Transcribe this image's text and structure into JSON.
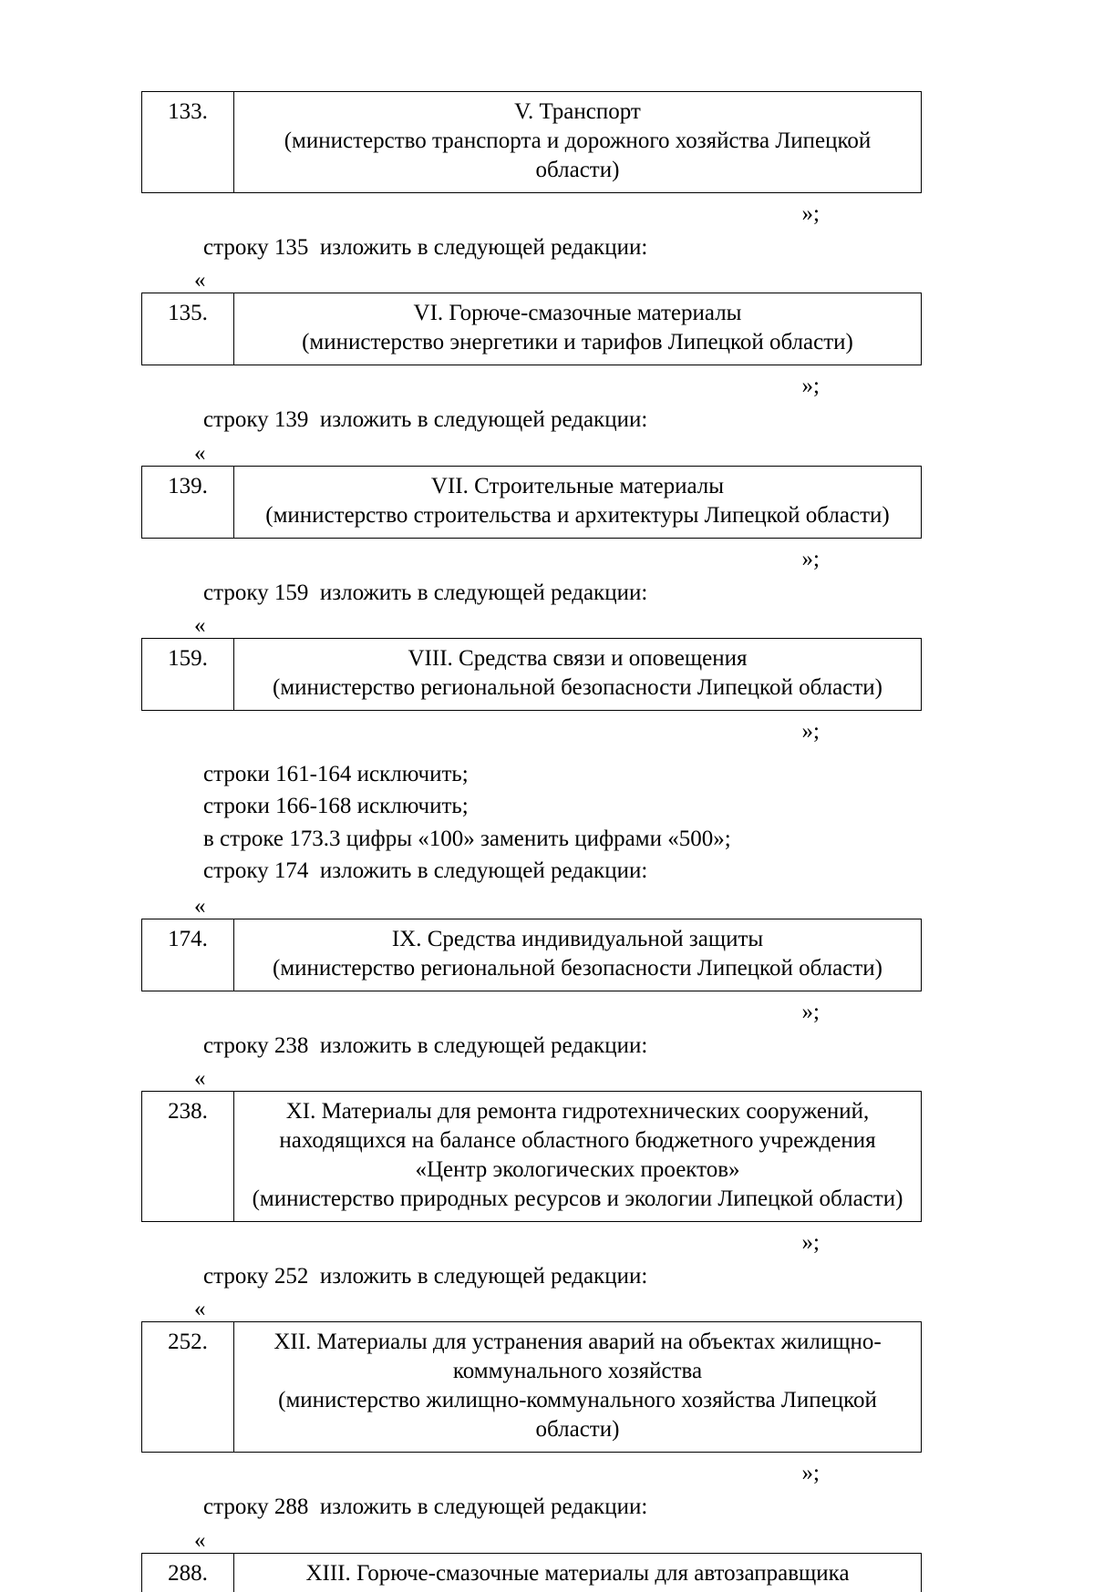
{
  "document": {
    "language": "ru",
    "closing_quote_mark": "»;",
    "opening_quote_mark": "«"
  },
  "blocks": [
    {
      "kind": "table",
      "name": "amendment-table-133",
      "number": "133.",
      "lines": [
        "V. Транспорт",
        "(министерство транспорта и дорожного хозяйства Липецкой",
        "области)"
      ]
    },
    {
      "kind": "close",
      "name": "closing-quote-133",
      "text": "»;"
    },
    {
      "kind": "instruction",
      "name": "instruction-line-135",
      "text": "строку 135  изложить в следующей редакции:"
    },
    {
      "kind": "open",
      "name": "opening-quote-135",
      "text": "«"
    },
    {
      "kind": "table",
      "name": "amendment-table-135",
      "number": "135.",
      "lines": [
        "VI. Горюче-смазочные материалы",
        "(министерство энергетики и тарифов Липецкой области)"
      ]
    },
    {
      "kind": "close",
      "name": "closing-quote-135",
      "text": "»;"
    },
    {
      "kind": "instruction",
      "name": "instruction-line-139",
      "text": "строку 139  изложить в следующей редакции:"
    },
    {
      "kind": "open",
      "name": "opening-quote-139",
      "text": "«"
    },
    {
      "kind": "table",
      "name": "amendment-table-139",
      "number": "139.",
      "lines": [
        "VII. Строительные материалы",
        "(министерство строительства и архитектуры Липецкой области)"
      ]
    },
    {
      "kind": "close",
      "name": "closing-quote-139",
      "text": "»;"
    },
    {
      "kind": "instruction",
      "name": "instruction-line-159",
      "text": "строку 159  изложить в следующей редакции:"
    },
    {
      "kind": "open",
      "name": "opening-quote-159",
      "text": "«"
    },
    {
      "kind": "table",
      "name": "amendment-table-159",
      "number": "159.",
      "lines": [
        "VIII. Средства связи и оповещения",
        "(министерство региональной безопасности Липецкой области)"
      ]
    },
    {
      "kind": "close",
      "name": "closing-quote-159",
      "text": "»;"
    },
    {
      "kind": "instruction-list",
      "name": "instruction-list-161-174",
      "items": [
        "строки 161-164 исключить;",
        "строки 166-168 исключить;",
        "в строке 173.3 цифры «100» заменить цифрами «500»;",
        "строку 174  изложить в следующей редакции:"
      ]
    },
    {
      "kind": "open",
      "name": "opening-quote-174",
      "text": "«"
    },
    {
      "kind": "table",
      "name": "amendment-table-174",
      "number": "174.",
      "lines": [
        "IX. Средства индивидуальной защиты",
        "(министерство региональной безопасности Липецкой области)"
      ]
    },
    {
      "kind": "close",
      "name": "closing-quote-174",
      "text": "»;"
    },
    {
      "kind": "instruction",
      "name": "instruction-line-238",
      "text": "строку 238  изложить в следующей редакции:"
    },
    {
      "kind": "open",
      "name": "opening-quote-238",
      "text": "«"
    },
    {
      "kind": "table",
      "name": "amendment-table-238",
      "number": "238.",
      "lines": [
        "XI. Материалы для ремонта гидротехнических сооружений,",
        "находящихся на балансе областного бюджетного учреждения",
        "«Центр экологических проектов»",
        "(министерство природных ресурсов и экологии Липецкой области)"
      ]
    },
    {
      "kind": "close",
      "name": "closing-quote-238",
      "text": "»;"
    },
    {
      "kind": "instruction",
      "name": "instruction-line-252",
      "text": "строку 252  изложить в следующей редакции:"
    },
    {
      "kind": "open",
      "name": "opening-quote-252",
      "text": "«"
    },
    {
      "kind": "table",
      "name": "amendment-table-252",
      "number": "252.",
      "lines": [
        "XII. Материалы для устранения аварий на объектах жилищно-",
        "коммунального хозяйства",
        "(министерство жилищно-коммунального хозяйства Липецкой",
        "области)"
      ]
    },
    {
      "kind": "close",
      "name": "closing-quote-252",
      "text": "»;"
    },
    {
      "kind": "instruction",
      "name": "instruction-line-288",
      "text": "строку 288  изложить в следующей редакции:"
    },
    {
      "kind": "open",
      "name": "opening-quote-288",
      "text": "«"
    },
    {
      "kind": "table-clipped",
      "name": "amendment-table-288",
      "number": "288.",
      "lines": [
        "XIII. Горюче-смазочные материалы для автозаправщика"
      ]
    }
  ]
}
